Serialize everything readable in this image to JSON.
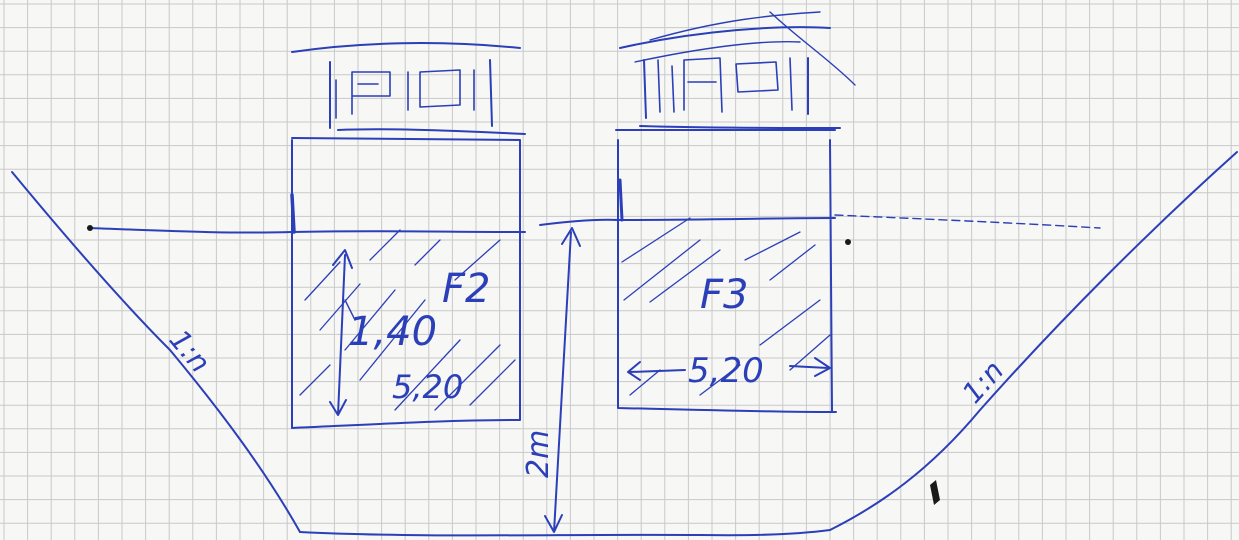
{
  "sketch": {
    "labels": {
      "field_left": "F2",
      "field_right": "F3",
      "dim_height_left": "1,40",
      "dim_width_left": "5,20",
      "dim_width_right": "5,20",
      "dim_depth_center": "2m",
      "slope_left": "1:n",
      "slope_right": "1:n"
    }
  },
  "colors": {
    "ink": "#2b3fb8",
    "grid": "#c9c9c9",
    "paper": "#f7f7f5"
  }
}
